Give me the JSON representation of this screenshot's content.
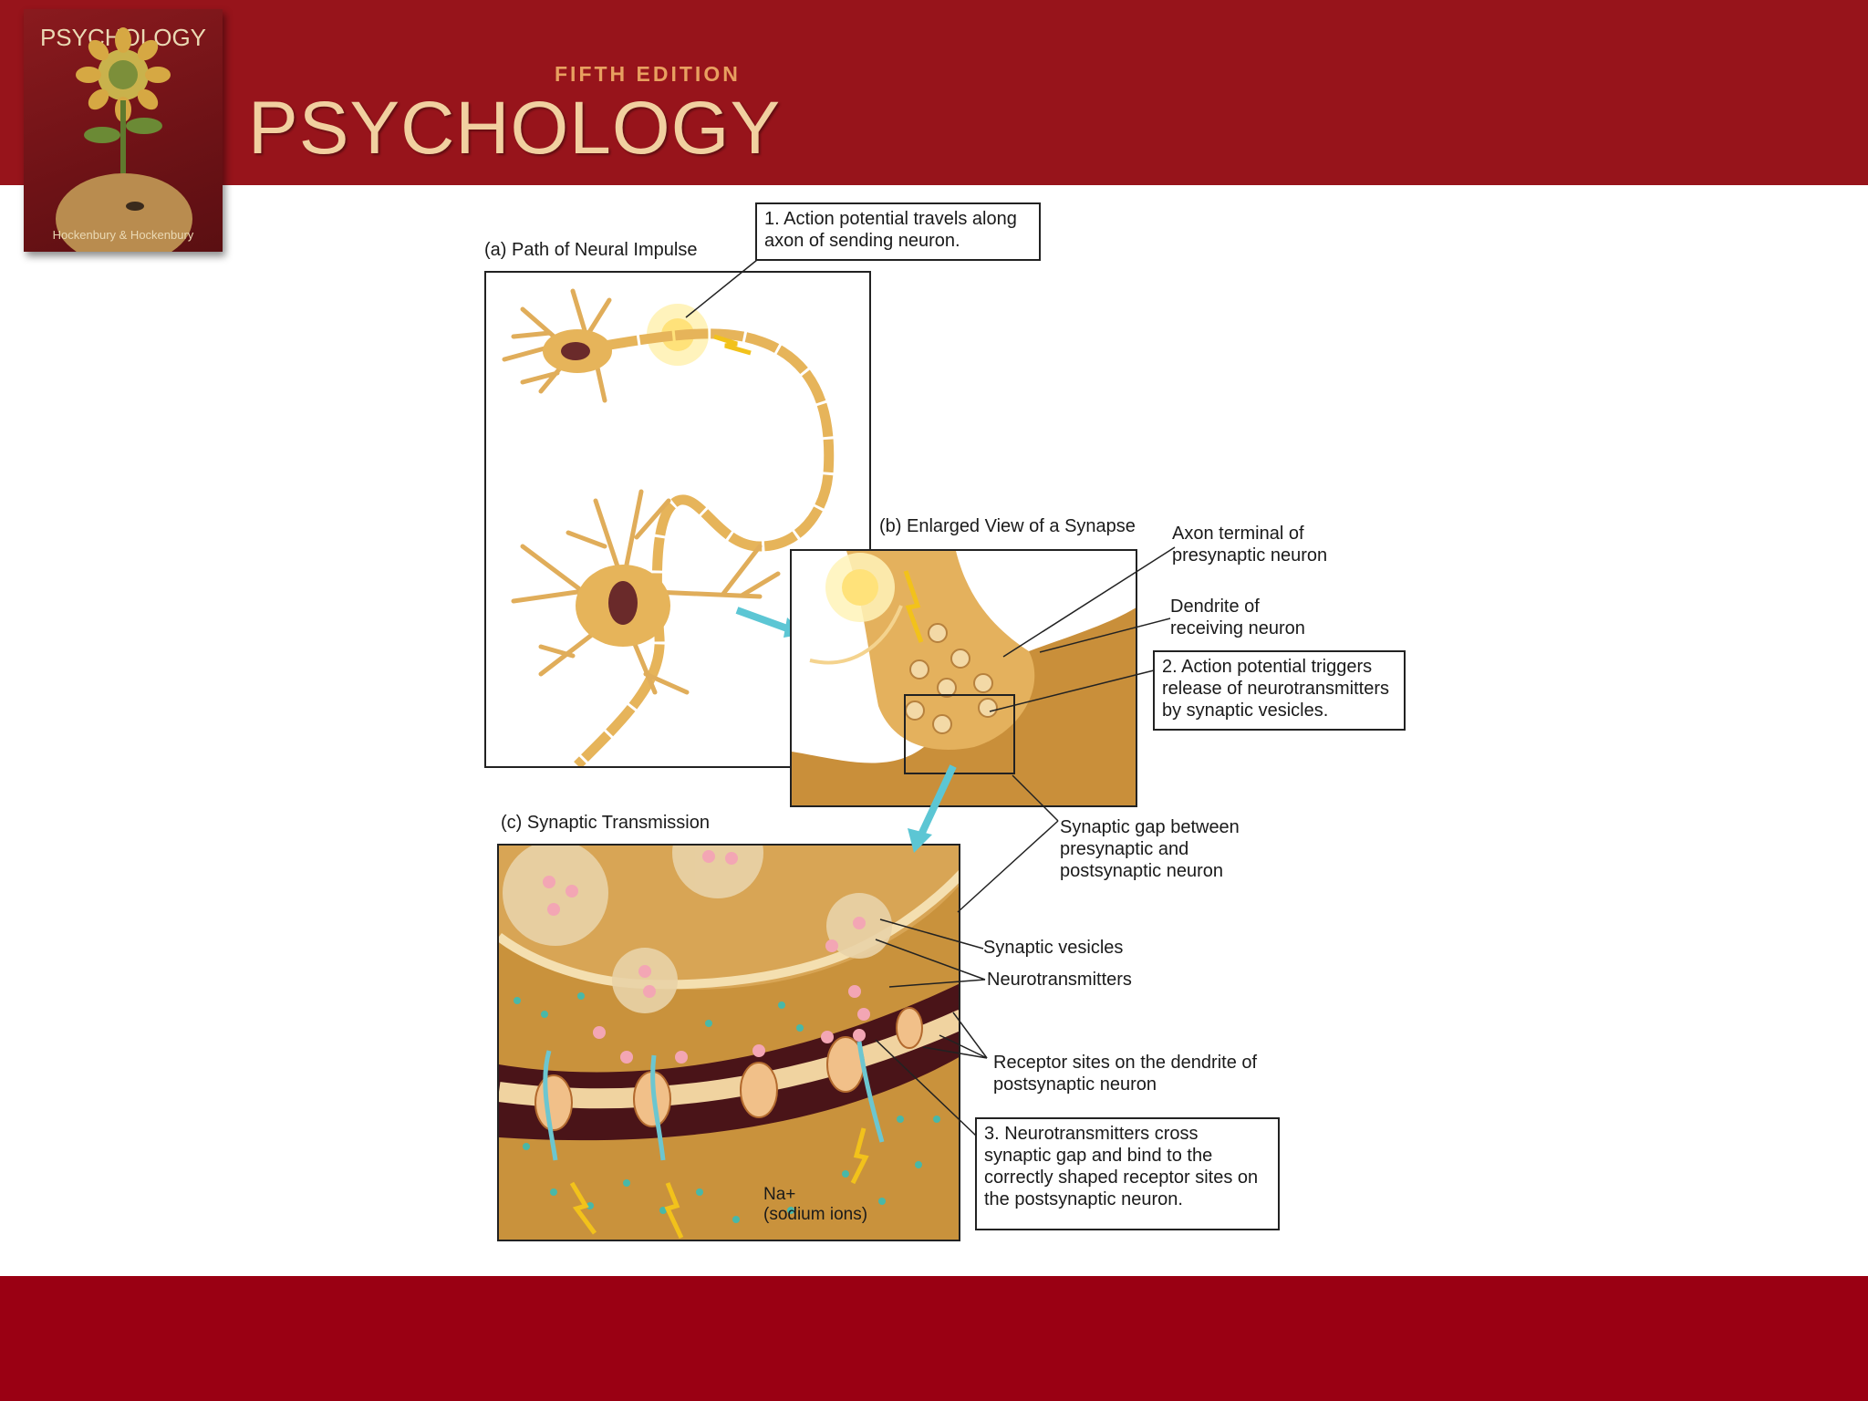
{
  "header": {
    "edition": "FIFTH EDITION",
    "title": "PSYCHOLOGY",
    "cover": {
      "title": "PSYCHOLOGY",
      "authors": "Hockenbury & Hockenbury"
    }
  },
  "diagram": {
    "panel_a_title": "(a) Path of Neural Impulse",
    "panel_b_title": "(b) Enlarged View of a Synapse",
    "panel_c_title": "(c) Synaptic Transmission",
    "step1": [
      "1. Action potential travels along",
      "axon of sending neuron."
    ],
    "step2": [
      "2. Action potential triggers",
      "release of neurotransmitters",
      "by synaptic vesicles."
    ],
    "step3": [
      "3. Neurotransmitters cross",
      "synaptic gap and bind to the",
      "correctly shaped receptor sites on",
      "the postsynaptic neuron."
    ],
    "axon_terminal": [
      "Axon terminal of",
      "presynaptic neuron"
    ],
    "dendrite": [
      "Dendrite of",
      "receiving neuron"
    ],
    "synaptic_gap": [
      "Synaptic gap between",
      "presynaptic and",
      "postsynaptic neuron"
    ],
    "synaptic_vesicles": "Synaptic vesicles",
    "neurotransmitters": "Neurotransmitters",
    "receptor_sites": [
      "Receptor sites on the dendrite of",
      "postsynaptic neuron"
    ],
    "sodium": [
      "Na+",
      "(sodium ions)"
    ]
  },
  "colors": {
    "banner": "#97141b",
    "footer": "#9a0013",
    "neuron": "#e8b55a",
    "cell_body": "#c8913a",
    "arrow": "#5cc6d4"
  }
}
